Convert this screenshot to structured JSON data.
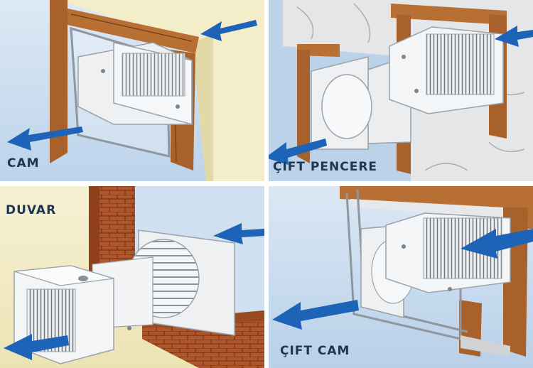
{
  "panels": [
    {
      "label": "CAM"
    },
    {
      "label": "ÇIFT PENCERE"
    },
    {
      "label": "DUVAR"
    },
    {
      "label": "ÇIFT CAM"
    }
  ],
  "colors": {
    "arrow": "#1d63b8",
    "wood": "#a8612a",
    "brick": "#b0562b",
    "fan_body": "#eef0f2",
    "sky": "#c8ddf0",
    "wall_cream": "#f3edc9"
  }
}
